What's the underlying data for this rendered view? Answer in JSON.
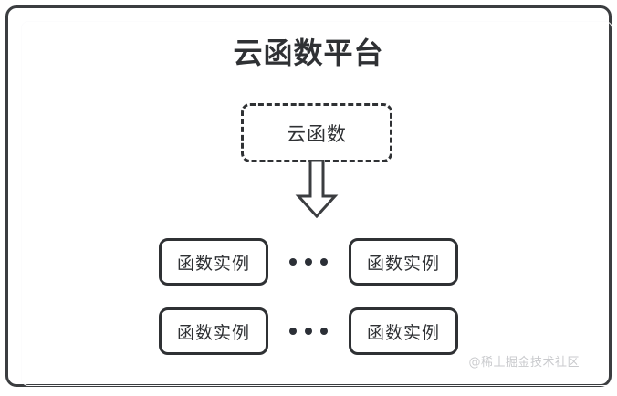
{
  "diagram": {
    "title": "云函数平台",
    "cloud_function": {
      "label": "云函数",
      "border_style": "dashed"
    },
    "arrow": {
      "name": "down-block-arrow",
      "direction": "down"
    },
    "instance_rows": [
      {
        "left_label": "函数实例",
        "ellipsis": "•••",
        "right_label": "函数实例"
      },
      {
        "left_label": "函数实例",
        "ellipsis": "•••",
        "right_label": "函数实例"
      }
    ],
    "watermark": "@稀土掘金技术社区",
    "colors": {
      "frame": "#3b3d40",
      "stroke": "#2f3134",
      "text": "#2f3134",
      "background": "#ffffff",
      "watermark": "#c9cacd"
    }
  }
}
